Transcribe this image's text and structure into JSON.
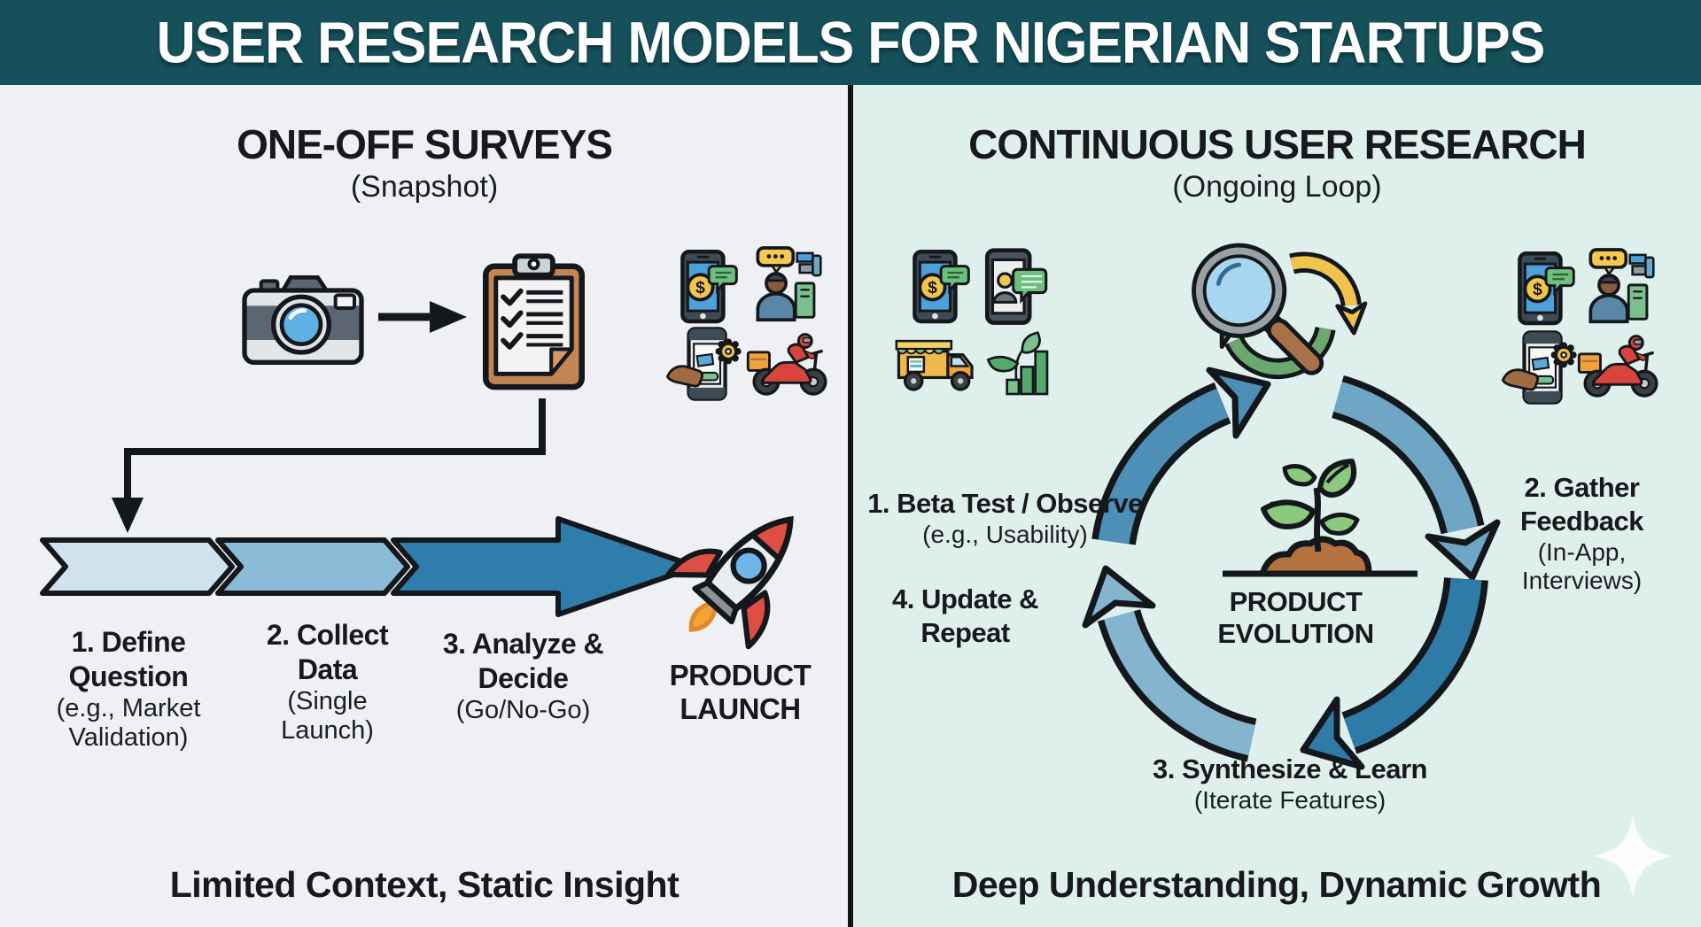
{
  "header": {
    "title": "USER RESEARCH MODELS FOR NIGERIAN STARTUPS",
    "background_color": "#15505b"
  },
  "left_panel": {
    "title": "ONE-OFF SURVEYS",
    "subtitle": "(Snapshot)",
    "background_color": "#eef0f3",
    "flow_icons": [
      "camera-icon",
      "arrow-right-icon",
      "survey-checklist-icon"
    ],
    "context_icons": [
      "mobile-payment-phone-icon",
      "customer-feedback-person-icon",
      "app-gear-phone-icon",
      "delivery-motorcycle-icon"
    ],
    "process_arrow_colors": [
      "#cfe2ee",
      "#8abbd7",
      "#2e7dab"
    ],
    "steps": [
      {
        "label": "1. Define Question",
        "sublabel": "(e.g., Market Validation)"
      },
      {
        "label": "2. Collect Data",
        "sublabel": "(Single Launch)"
      },
      {
        "label": "3. Analyze & Decide",
        "sublabel": "(Go/No-Go)"
      }
    ],
    "launch_label": "PRODUCT LAUNCH",
    "launch_icon": "rocket-icon",
    "tagline": "Limited Context, Static Insight"
  },
  "right_panel": {
    "title": "CONTINUOUS USER RESEARCH",
    "subtitle": "(Ongoing Loop)",
    "background_color": "#dff0ec",
    "context_icons_left": [
      "mobile-payment-phone-icon",
      "chat-phone-icon",
      "market-truck-icon",
      "growth-plant-chart-icon"
    ],
    "context_icons_right": [
      "mobile-payment-phone-icon",
      "customer-feedback-person-icon",
      "app-gear-phone-icon",
      "delivery-motorcycle-icon"
    ],
    "loop_icon": "magnifier-loop-icon",
    "cycle_arrow_colors": [
      "#4d8fb6",
      "#6fa6c6",
      "#2f7ba7",
      "#85b4cf"
    ],
    "cycle_steps": [
      {
        "label": "1. Beta Test / Observe",
        "sublabel": "(e.g., Usability)"
      },
      {
        "label": "2. Gather Feedback",
        "sublabel": "(In-App, Interviews)"
      },
      {
        "label": "3. Synthesize & Learn",
        "sublabel": "(Iterate Features)"
      },
      {
        "label": "4. Update & Repeat",
        "sublabel": ""
      }
    ],
    "center_icon": "sprout-icon",
    "center_label": "PRODUCT EVOLUTION",
    "tagline": "Deep Understanding, Dynamic Growth"
  }
}
